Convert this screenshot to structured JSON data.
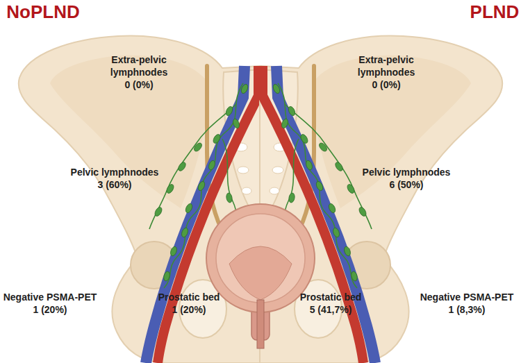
{
  "diagram": {
    "labels": [
      "NoPLND",
      "PLND",
      "Extra-pelvic lymphnodes",
      "0 (0%)",
      "Extra-pelvic lymphnodes",
      "0 (0%)",
      "Pelvic lymphnodes",
      "3 (60%)",
      "Pelvic lymphnodes",
      "6 (50%)",
      "Negative PSMA-PET",
      "1 (20%)",
      "Prostatic bed",
      "1 (20%)",
      "Prostatic bed",
      "5 (41,7%)",
      "Negative PSMA-PET",
      "1 (8,3%)"
    ]
  }
}
